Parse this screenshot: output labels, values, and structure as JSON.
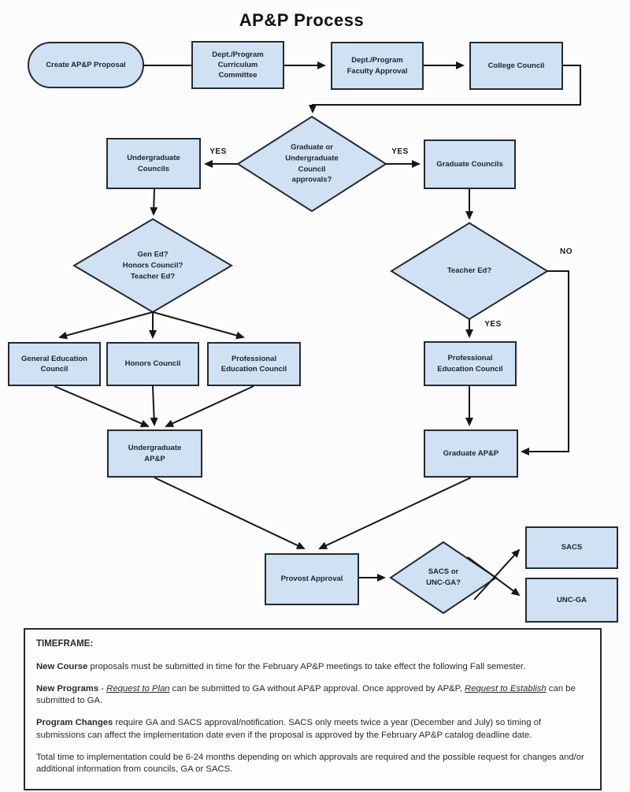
{
  "title": "AP&P Process",
  "colors": {
    "node_fill": "#cfe1f3",
    "node_border": "#222b33",
    "arrow": "#161616",
    "background": "#fcfcfc"
  },
  "nodes": {
    "create_proposal": "Create AP&P Proposal",
    "dept_curriculum": "Dept./Program\nCurriculum\nCommittee",
    "dept_faculty": "Dept./Program\nFaculty Approval",
    "college_council": "College Council",
    "grad_or_undergrad": "Graduate or\nUndergraduate\nCouncil\napprovals?",
    "undergrad_councils": "Undergraduate\nCouncils",
    "grad_councils": "Graduate Councils",
    "gen_ed_decision": "Gen Ed?\nHonors Council?\nTeacher Ed?",
    "teacher_ed_decision": "Teacher Ed?",
    "gen_ed_council": "General Education\nCouncil",
    "honors_council": "Honors Council",
    "prof_ed_council_left": "Professional\nEducation Council",
    "prof_ed_council_right": "Professional\nEducation Council",
    "undergrad_app": "Undergraduate\nAP&P",
    "grad_app": "Graduate AP&P",
    "provost": "Provost Approval",
    "sacs_or_ga": "SACS or\nUNC-GA?",
    "sacs": "SACS",
    "unc_ga": "UNC-GA"
  },
  "edge_labels": {
    "undergrad_yes": "YES",
    "grad_yes": "YES",
    "teacher_yes": "YES",
    "teacher_no": "NO"
  },
  "timeframe": {
    "heading": "TIMEFRAME:",
    "p1_lead": "New Course",
    "p1_rest": " proposals must be submitted in time for the February AP&P meetings to take effect the following Fall semester.",
    "p2_lead": "New Programs",
    "p2_sep": " - ",
    "p2_link1": "Request to Plan",
    "p2_mid": " can be submitted to GA without AP&P approval. Once approved by AP&P, ",
    "p2_link2": "Request to Establish",
    "p2_tail": " can be submitted to GA.",
    "p3_lead": "Program Changes",
    "p3_rest": " require GA and SACS approval/notification.  SACS only meets twice a year (December and July) so timing of submissions can affect the implementation date even if the proposal is approved by the February AP&P catalog deadline date.",
    "p4": "Total time to implementation could be 6-24 months depending on which approvals are required and the possible request for changes and/or additional information from councils, GA or SACS."
  }
}
